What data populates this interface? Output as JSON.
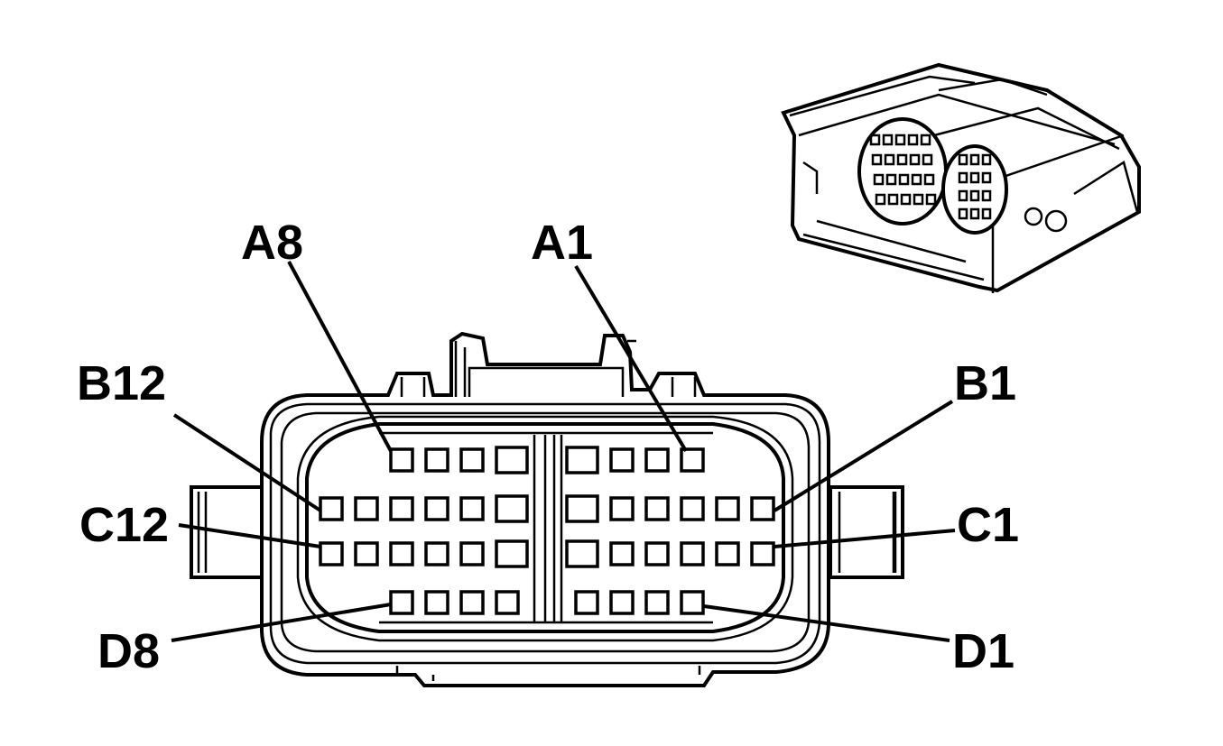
{
  "diagram": {
    "pin_labels": {
      "a8": "A8",
      "a1": "A1",
      "b12": "B12",
      "b1": "B1",
      "c12": "C12",
      "c1": "C1",
      "d8": "D8",
      "d1": "D1"
    },
    "colors": {
      "ink": "#000000",
      "background": "#ffffff"
    }
  }
}
